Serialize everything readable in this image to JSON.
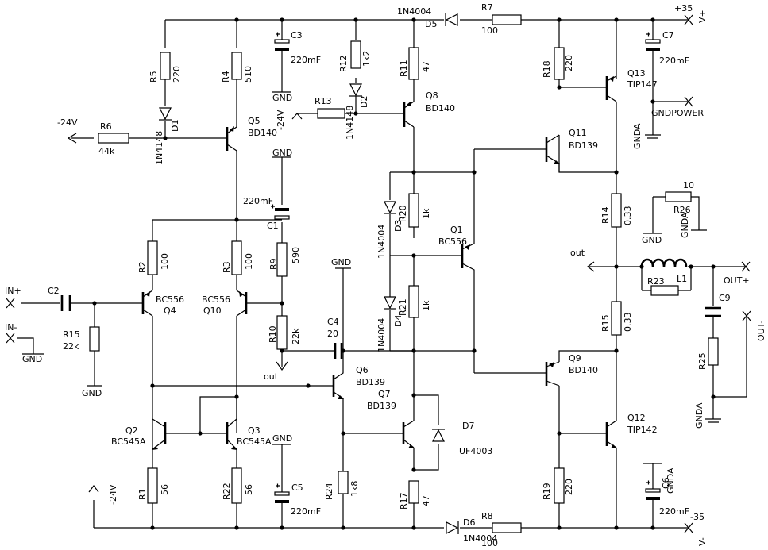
{
  "labels": {
    "rail_pos_value": "+35",
    "rail_pos_name": "V+",
    "rail_neg_value": "-35",
    "rail_neg_name": "V-",
    "neg24_left": "-24V",
    "neg24_bottom": "-24V",
    "neg24_mid": "-24V",
    "in_plus": "IN+",
    "in_minus": "IN-",
    "out_plus": "OUT+",
    "out_minus": "OUT-",
    "out_mid": "out",
    "out_left": "out",
    "gndpower": "GNDPOWER",
    "gnd": "GND",
    "gnda": "GNDA"
  },
  "components": {
    "R5a": {
      "name": "R5",
      "value": "220"
    },
    "R4": {
      "name": "R4",
      "value": "510"
    },
    "C3": {
      "name": "C3",
      "value": "220mF"
    },
    "R12": {
      "name": "R12",
      "value": "1k2"
    },
    "R11": {
      "name": "R11",
      "value": "47"
    },
    "D5top": {
      "name": "D5",
      "value": "1N4004"
    },
    "R7": {
      "name": "R7",
      "value": "100"
    },
    "R18": {
      "name": "R18",
      "value": "220"
    },
    "Q13": {
      "name": "Q13",
      "value": "TIP147"
    },
    "C7": {
      "name": "C7",
      "value": "220mF"
    },
    "R6": {
      "name": "R6",
      "value": "44k"
    },
    "D1": {
      "name": "D1",
      "value": "1N4148"
    },
    "Q5top": {
      "name": "Q5",
      "value": "BD140"
    },
    "R13": {
      "name": "R13",
      "value": ""
    },
    "D2": {
      "name": "D2",
      "value": "1N4148"
    },
    "Q8": {
      "name": "Q8",
      "value": "BD140"
    },
    "Q11": {
      "name": "Q11",
      "value": "BD139"
    },
    "C1": {
      "name": "C1",
      "value": "220mF"
    },
    "R9": {
      "name": "R9",
      "value": "590"
    },
    "R20": {
      "name": "R20",
      "value": "1k"
    },
    "D3": {
      "name": "D3",
      "value": "1N4004"
    },
    "Q1": {
      "name": "Q1",
      "value": "BC556"
    },
    "R14": {
      "name": "R14",
      "value": "0.33"
    },
    "R26": {
      "name": "R26",
      "value": "10"
    },
    "R2": {
      "name": "R2",
      "value": "100"
    },
    "R3": {
      "name": "R3",
      "value": "100"
    },
    "Q4": {
      "name": "Q4",
      "value": "BC556"
    },
    "Q10": {
      "name": "Q10",
      "value": "BC556"
    },
    "C2": {
      "name": "C2",
      "value": ""
    },
    "R15in": {
      "name": "R15",
      "value": "22k"
    },
    "R10": {
      "name": "R10",
      "value": "22k"
    },
    "C4": {
      "name": "C4",
      "value": "20"
    },
    "R21": {
      "name": "R21",
      "value": "1k"
    },
    "D4": {
      "name": "D4",
      "value": "1N4004"
    },
    "L1": {
      "name": "L1",
      "value": ""
    },
    "R23": {
      "name": "R23",
      "value": ""
    },
    "C9": {
      "name": "C9",
      "value": ""
    },
    "R15out": {
      "name": "R15",
      "value": "0.33"
    },
    "Q6": {
      "name": "Q6",
      "value": "BD139"
    },
    "Q7": {
      "name": "Q7",
      "value": "BD139"
    },
    "Q9": {
      "name": "Q9",
      "value": "BD140"
    },
    "R25": {
      "name": "R25",
      "value": ""
    },
    "Q2": {
      "name": "Q2",
      "value": "BC545A"
    },
    "Q3": {
      "name": "Q3",
      "value": "BC545A"
    },
    "D7": {
      "name": "D7",
      "value": "UF4003"
    },
    "Q12": {
      "name": "Q12",
      "value": "TIP142"
    },
    "R1": {
      "name": "R1",
      "value": "56"
    },
    "R22": {
      "name": "R22",
      "value": "56"
    },
    "C5": {
      "name": "C5",
      "value": "220mF"
    },
    "R24": {
      "name": "R24",
      "value": "1k8"
    },
    "R17": {
      "name": "R17",
      "value": "47"
    },
    "R19": {
      "name": "R19",
      "value": "220"
    },
    "C6": {
      "name": "C6",
      "value": "220mF"
    },
    "D6": {
      "name": "D6",
      "value": "1N4004"
    },
    "R8": {
      "name": "R8",
      "value": "100"
    }
  }
}
